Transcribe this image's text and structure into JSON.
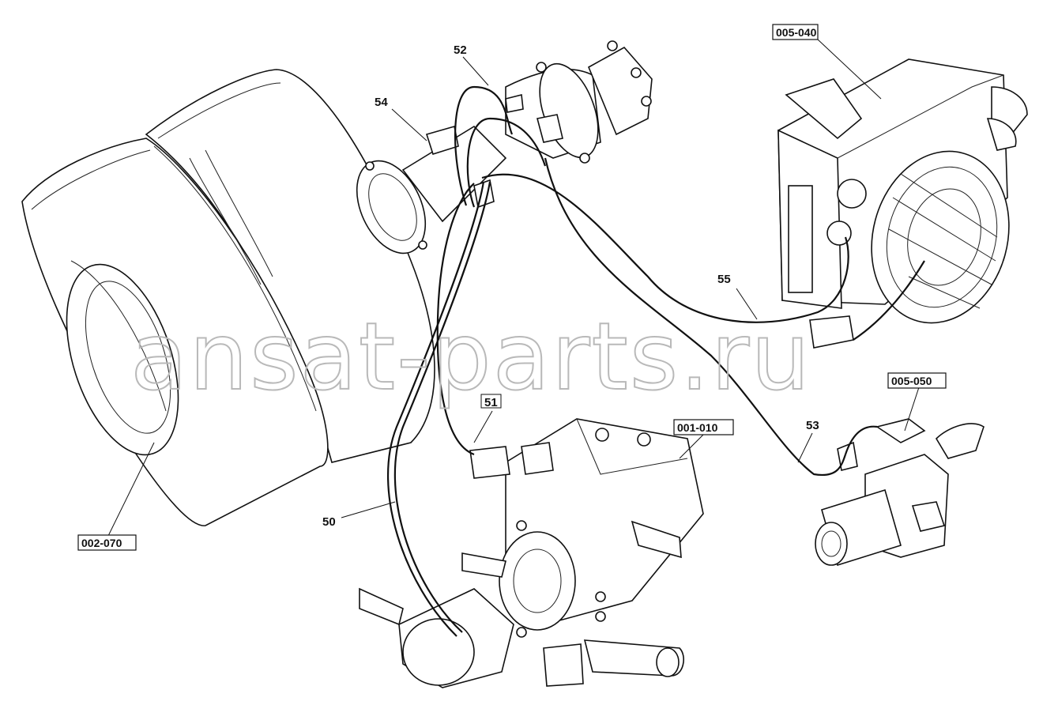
{
  "watermark": "ansat-parts.ru",
  "callouts": {
    "c50": "50",
    "c51": "51",
    "c52": "52",
    "c53": "53",
    "c54": "54",
    "c55": "55"
  },
  "references": {
    "r005_040": "005-040",
    "r005_050": "005-050",
    "r001_010": "001-010",
    "r002_070": "002-070"
  }
}
